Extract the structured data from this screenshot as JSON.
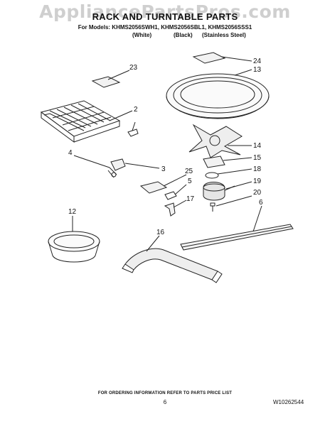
{
  "header": {
    "watermark": "AppliancePartsPros.com",
    "title": "RACK AND TURNTABLE PARTS",
    "models_line": "For Models: KHMS2056SWH1, KHMS2056SBL1, KHMS2056SSS1",
    "variants": [
      "(White)",
      "(Black)",
      "(Stainless Steel)"
    ]
  },
  "callouts": {
    "c24": "24",
    "c13": "13",
    "c23": "23",
    "c2": "2",
    "c4": "4",
    "c3": "3",
    "c14": "14",
    "c15": "15",
    "c18": "18",
    "c19": "19",
    "c25": "25",
    "c5": "5",
    "c17": "17",
    "c20": "20",
    "c6": "6",
    "c12": "12",
    "c16": "16"
  },
  "footer": {
    "ordering_note": "FOR ORDERING INFORMATION REFER TO PARTS PRICE LIST",
    "page_number": "6",
    "document_number": "W10262544"
  }
}
